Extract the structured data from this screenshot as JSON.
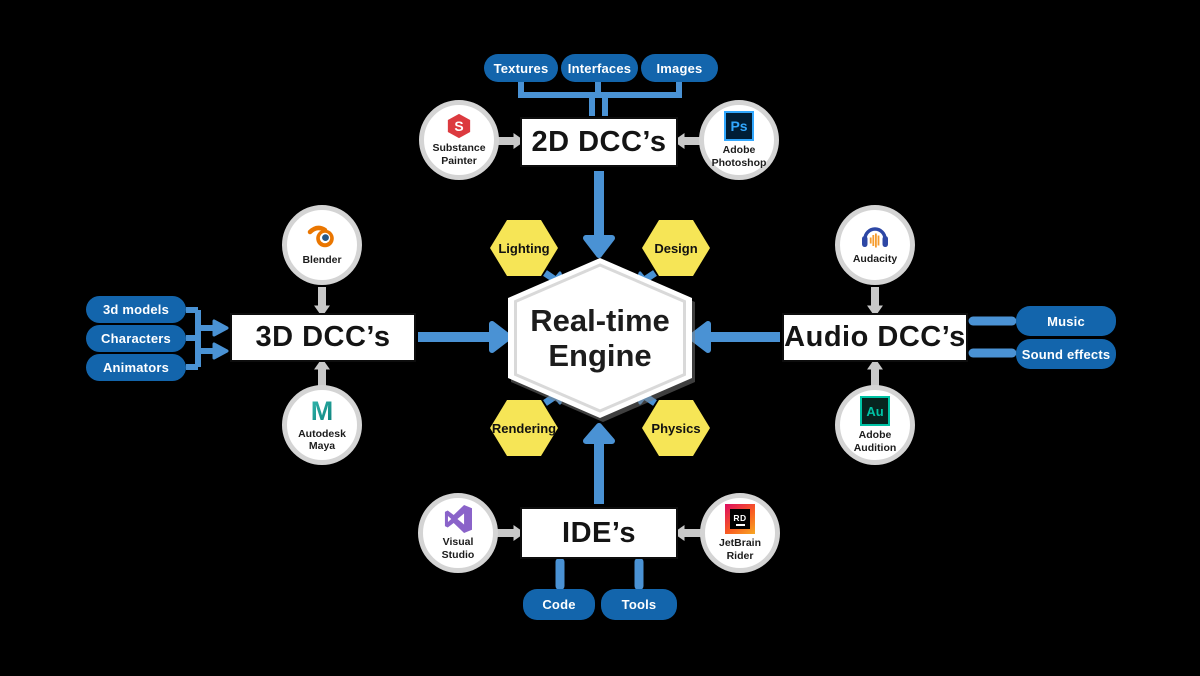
{
  "colors": {
    "node_blue": "#1365ac",
    "connector_blue": "#4a92d4",
    "capability_yellow": "#f6e556",
    "engine_ring_gray": "#d9d9d9",
    "circle_ring_gray": "#d4d4d4",
    "link_gray": "#c8c8c8"
  },
  "engine": {
    "title_line1": "Real-time",
    "title_line2": "Engine"
  },
  "capabilities": [
    {
      "label": "Lighting"
    },
    {
      "label": "Design"
    },
    {
      "label": "Rendering"
    },
    {
      "label": "Physics"
    }
  ],
  "icons": {
    "substance_painter": "red-hexagon-S",
    "photoshop": "Ps-square",
    "blender": "blender-logo",
    "maya": "teal-M-letter",
    "audacity": "headphones-waveform",
    "audition": "Au-square",
    "visual_studio": "purple-vs-chevron",
    "rider": "RD-gradient-square"
  },
  "groups": {
    "dcc2d": {
      "title": "2D DCC’s",
      "inputs": [
        "Textures",
        "Interfaces",
        "Images"
      ],
      "tool_left": {
        "name": "Substance Painter",
        "icon_text": "S",
        "icon_color": "#dc3a3f"
      },
      "tool_right": {
        "name": "Adobe Photoshop",
        "icon_text": "Ps",
        "icon_color": "#31a8ff"
      }
    },
    "dcc3d": {
      "title": "3D DCC’s",
      "inputs": [
        "3d models",
        "Characters",
        "Animators"
      ],
      "tool_top": {
        "name": "Blender",
        "icon_color": "#ea7600"
      },
      "tool_bottom": {
        "name": "Autodesk Maya",
        "icon_text": "M",
        "icon_color": "#16a79c"
      }
    },
    "audio": {
      "title": "Audio DCC’s",
      "outputs": [
        "Music",
        "Sound effects"
      ],
      "tool_top": {
        "name": "Audacity",
        "icon_color": "#2d47a5"
      },
      "tool_bottom": {
        "name": "Adobe Audition",
        "icon_text": "Au",
        "icon_color": "#00c3a5"
      }
    },
    "ide": {
      "title": "IDE’s",
      "inputs": [
        "Code",
        "Tools"
      ],
      "tool_left": {
        "name": "Visual Studio",
        "icon_color": "#8a63c9"
      },
      "tool_right": {
        "name": "JetBrain Rider",
        "icon_text": "RD"
      }
    }
  }
}
